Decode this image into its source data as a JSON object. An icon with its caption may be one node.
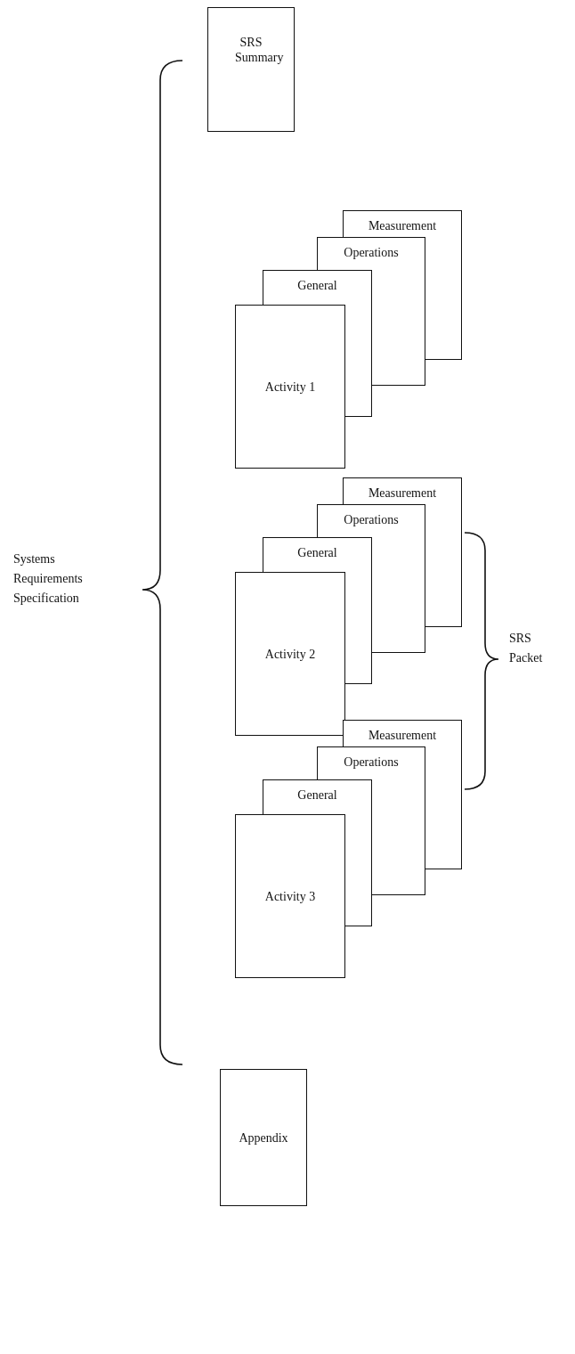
{
  "diagram": {
    "nodes": [
      {
        "text": [
          "SRS Summary"
        ]
      },
      {
        "text": [
          "Measurement"
        ]
      },
      {
        "text": [
          "Operations"
        ]
      },
      {
        "text": [
          "General"
        ]
      },
      {
        "text": [
          "Activity 1"
        ]
      },
      {
        "text": [
          "Measurement"
        ]
      },
      {
        "text": [
          "Operations"
        ]
      },
      {
        "text": [
          "General"
        ]
      },
      {
        "text": [
          "Activity 2"
        ]
      },
      {
        "text": [
          "Measurement"
        ]
      },
      {
        "text": [
          "Operations"
        ]
      },
      {
        "text": [
          "General"
        ]
      },
      {
        "text": [
          "Activity 3"
        ]
      },
      {
        "text": [
          "Appendix"
        ]
      }
    ],
    "labels": [
      "Systems Requirements Specification",
      "SRS Packet"
    ]
  }
}
